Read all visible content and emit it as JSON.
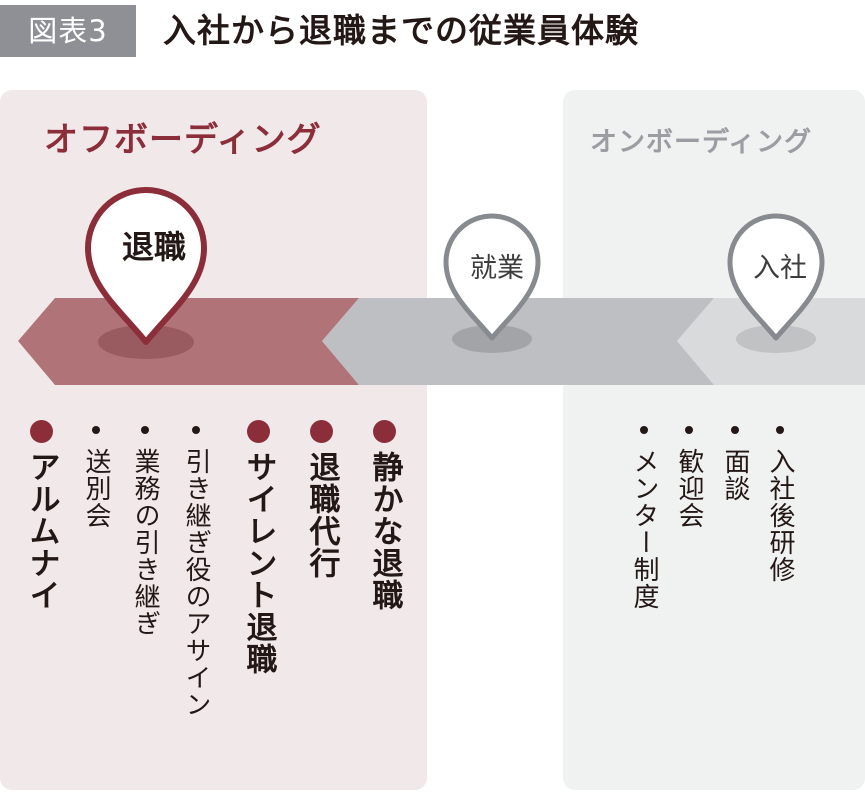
{
  "figure_label": "図表3",
  "title": "入社から退職までの従業員体験",
  "sections": {
    "offboarding": "オフボーディング",
    "onboarding": "オンボーディング"
  },
  "pins": {
    "taishoku": "退職",
    "shugyo": "就業",
    "nyusha": "入社"
  },
  "offboarding_items": [
    {
      "text": "アルムナイ",
      "emphasis": true
    },
    {
      "text": "送別会",
      "emphasis": false
    },
    {
      "text": "業務の引き継ぎ",
      "emphasis": false
    },
    {
      "text": "引き継ぎ役のアサイン",
      "emphasis": false
    },
    {
      "text": "サイレント退職",
      "emphasis": true
    },
    {
      "text": "退職代行",
      "emphasis": true
    },
    {
      "text": "静かな退職",
      "emphasis": true
    }
  ],
  "onboarding_items": [
    {
      "text": "メンター制度",
      "emphasis": false
    },
    {
      "text": "歓迎会",
      "emphasis": false
    },
    {
      "text": "面談",
      "emphasis": false
    },
    {
      "text": "入社後研修",
      "emphasis": false
    }
  ],
  "colors": {
    "accent": "#8c2d3a",
    "band_off": "#b07478",
    "band_mid": "#bdbfc2",
    "band_on": "#d8dadc",
    "panel_off": "#f1e9e9",
    "panel_on": "#f0f1f1",
    "label_bg": "#8e9095"
  }
}
